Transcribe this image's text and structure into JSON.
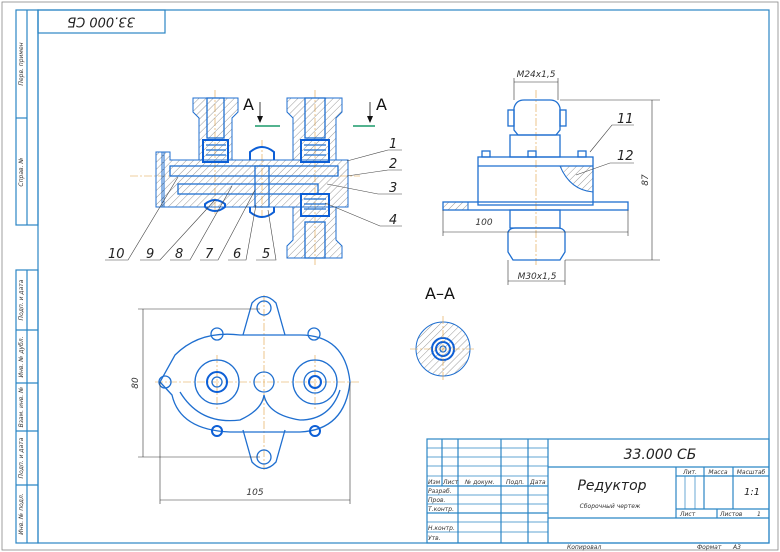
{
  "stamp_top": "33.000 СБ",
  "side_strip": {
    "cells": [
      "Перв. примен",
      "Справ. №",
      "Подп. и дата",
      "Инв. № дубл.",
      "Взам. инв. №",
      "Подп. и дата",
      "Инв. № подл."
    ]
  },
  "front_view": {
    "section_marks": [
      "А",
      "А"
    ],
    "callouts": [
      "1",
      "2",
      "3",
      "4",
      "5",
      "6",
      "7",
      "8",
      "9",
      "10"
    ]
  },
  "side_view": {
    "dimensions": {
      "top_thread": "М24х1,5",
      "height": "87",
      "width": "100",
      "bottom_thread": "М30х1,5"
    },
    "callouts": [
      "11",
      "12"
    ]
  },
  "bottom_view": {
    "dimensions": {
      "height": "80",
      "width": "105"
    }
  },
  "section": {
    "label": "А–А"
  },
  "title_block": {
    "designation": "33.000 СБ",
    "name": "Редуктор",
    "doc_type": "Сборочный чертеж",
    "col_headers": [
      "Изм",
      "Лист",
      "№ докум.",
      "Подп.",
      "Дата"
    ],
    "roles": [
      "Разраб.",
      "Пров.",
      "Т.контр.",
      "Н.контр.",
      "Утв."
    ],
    "lit_label": "Лит.",
    "mass_label": "Масса",
    "scale_label": "Масштаб",
    "scale_value": "1:1",
    "sheet_label": "Лист",
    "sheets_label": "Листов",
    "sheets_value": "1",
    "copied_label": "Копировал",
    "format_label": "Формат",
    "format_value": "А3"
  }
}
